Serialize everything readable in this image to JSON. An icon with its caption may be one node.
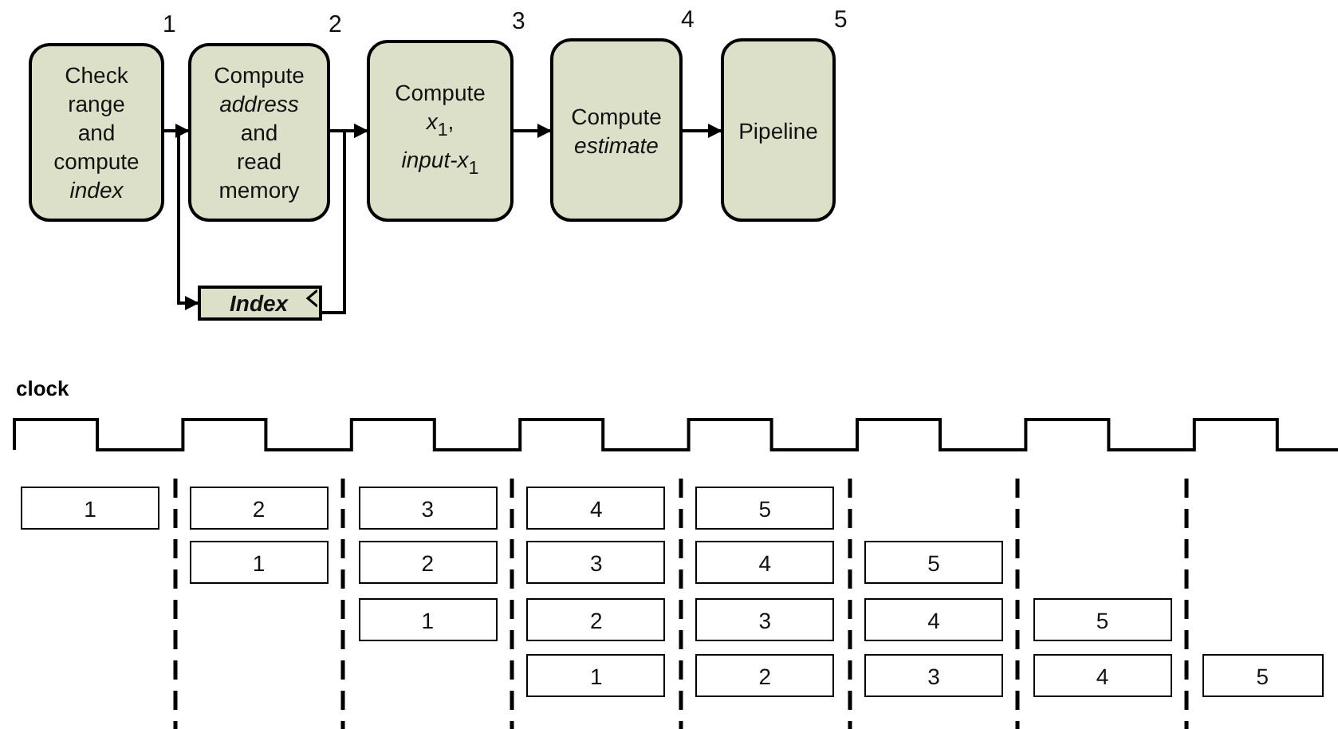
{
  "diagram": {
    "nodes": [
      {
        "text": [
          "Check range and compute *index*"
        ],
        "beside": [
          "1"
        ]
      },
      {
        "text": [
          "Compute *address* and read memory"
        ],
        "beside": [
          "2"
        ]
      },
      {
        "text": [
          "Compute *x*$_{1}$, *input-x*$_{1}$"
        ],
        "beside": [
          "3"
        ]
      },
      {
        "text": [
          "Compute *estimate*"
        ],
        "beside": [
          "4"
        ]
      },
      {
        "text": [
          "Pipeline"
        ],
        "beside": [
          "5"
        ]
      },
      {
        "text": [
          "Index"
        ]
      },
      {
        "text": [
          "1"
        ]
      },
      {
        "text": [
          "2"
        ]
      },
      {
        "text": [
          "3"
        ]
      },
      {
        "text": [
          "4"
        ]
      },
      {
        "text": [
          "5"
        ]
      },
      {
        "text": [
          "1"
        ]
      },
      {
        "text": [
          "2"
        ]
      },
      {
        "text": [
          "3"
        ]
      },
      {
        "text": [
          "4"
        ]
      },
      {
        "text": [
          "5"
        ]
      },
      {
        "text": [
          "1"
        ]
      },
      {
        "text": [
          "2"
        ]
      },
      {
        "text": [
          "3"
        ]
      },
      {
        "text": [
          "4"
        ]
      },
      {
        "text": [
          "5"
        ]
      },
      {
        "text": [
          "1"
        ]
      },
      {
        "text": [
          "2"
        ]
      },
      {
        "text": [
          "3"
        ]
      },
      {
        "text": [
          "4"
        ]
      },
      {
        "text": [
          "5"
        ]
      }
    ],
    "edges": [
      {
        "from": 0,
        "to": 1,
        "arrow": "to"
      },
      {
        "from": 1,
        "to": 2,
        "arrow": "to"
      },
      {
        "from": 2,
        "to": 3,
        "arrow": "to"
      },
      {
        "from": 3,
        "to": 4,
        "arrow": "to"
      },
      {
        "from": 0,
        "to": 5,
        "arrow": "to"
      },
      {
        "from": 5,
        "to": 2,
        "arrow": "to"
      }
    ],
    "labels": [
      "clock"
    ]
  }
}
